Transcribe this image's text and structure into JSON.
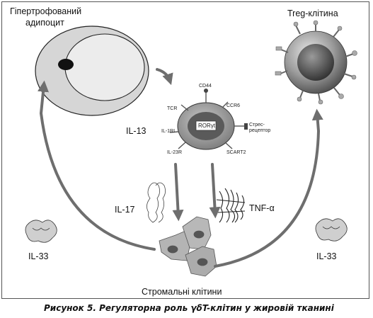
{
  "labels": {
    "adipocyte_line1": "Гіпертрофований",
    "adipocyte_line2": "адипоцит",
    "treg": "Treg-клітина",
    "il13": "IL-13",
    "il17": "IL-17",
    "tnf": "TNF-α",
    "il33_left": "IL-33",
    "il33_right": "IL-33",
    "stromal": "Стромальні клітини"
  },
  "receptors": {
    "cd44": "CD44",
    "ccr6": "CCR6",
    "tcr": "TCR",
    "roryt": "RORγt",
    "stress_line1": "Стрес-",
    "stress_line2": "рецептор",
    "il1ri": "IL-1RI",
    "il23r": "IL-23R",
    "scart2": "SCART2"
  },
  "caption": "Рисунок 5. Регуляторна роль γδT-клітин у жировій тканині",
  "colors": {
    "arrow": "#6e6e6e",
    "cell_fill": "#9a9a9a",
    "nucleus": "#5a5a5a",
    "adipocyte_outer": "#d6d6d6",
    "adipocyte_inner": "#ececec",
    "stromal": "#b4b4b4"
  }
}
